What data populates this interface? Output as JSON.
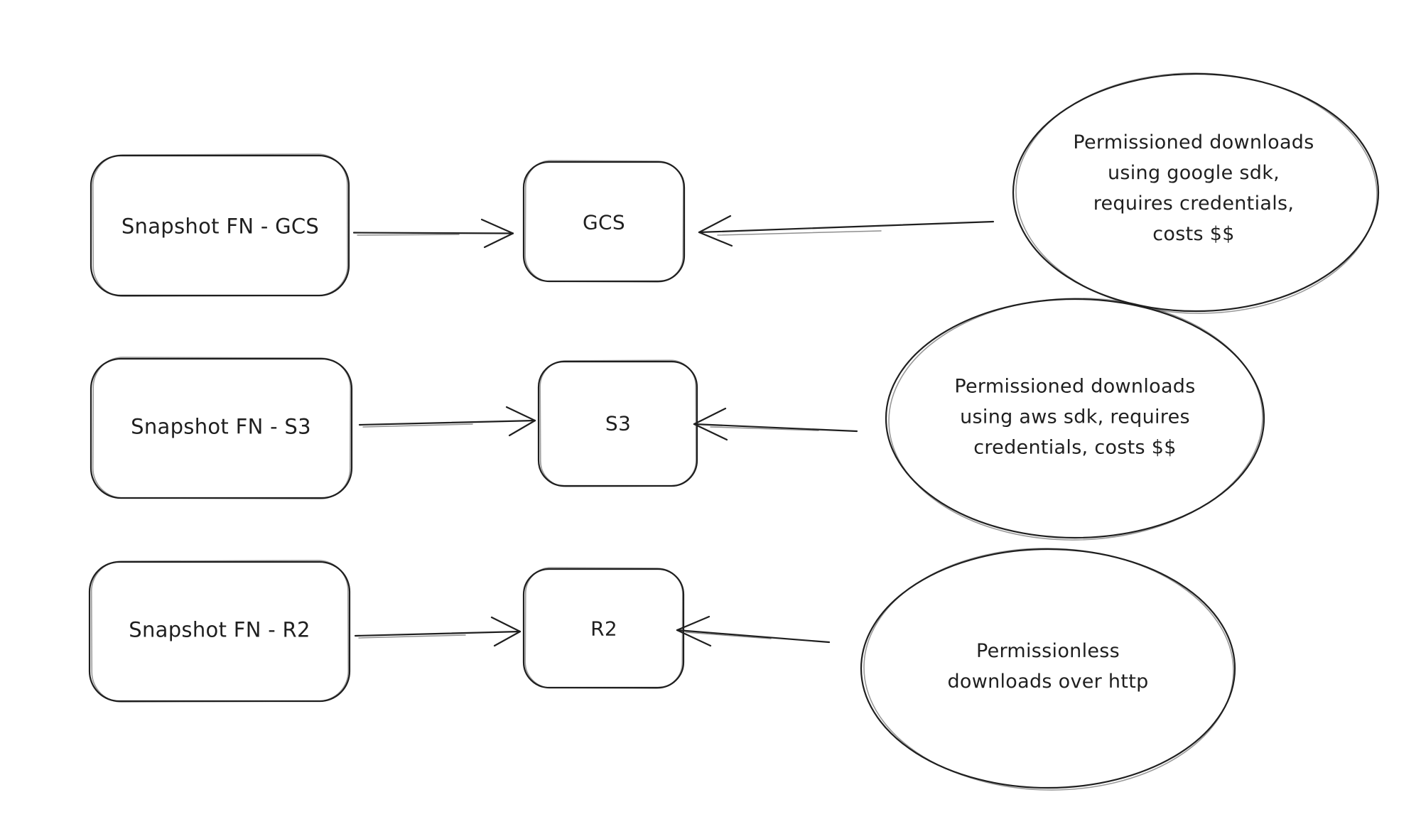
{
  "canvas": {
    "background": "#ffffff",
    "ink": "#1f1f1f"
  },
  "diagram": {
    "rows": [
      {
        "source_label": "Snapshot FN - GCS",
        "target_label": "GCS",
        "note_text": "Permissioned downloads using google sdk, requires credentials, costs $$",
        "note_lines": [
          "Permissioned downloads",
          "using google sdk,",
          "requires credentials,",
          "costs $$"
        ]
      },
      {
        "source_label": "Snapshot FN - S3",
        "target_label": "S3",
        "note_text": "Permissioned downloads using aws sdk, requires credentials, costs $$",
        "note_lines": [
          "Permissioned downloads",
          "using aws sdk, requires",
          "credentials, costs $$"
        ]
      },
      {
        "source_label": "Snapshot FN - R2",
        "target_label": "R2",
        "note_text": "Permissionless downloads over http",
        "note_lines": [
          "Permissionless",
          "downloads over http"
        ]
      }
    ]
  }
}
